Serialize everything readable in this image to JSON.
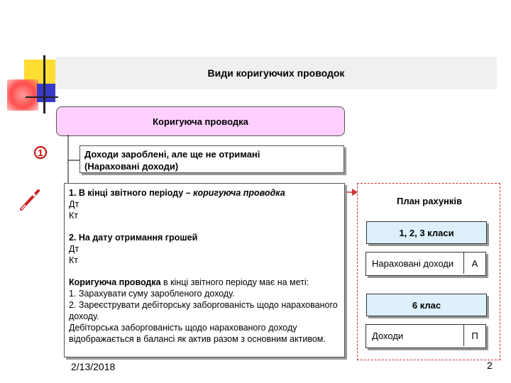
{
  "title": "Види коригуючих проводок",
  "header_box": "Коригуюча проводка",
  "circle_marker": "1",
  "income_box": {
    "line1": "Доходи зароблені, але ще не отримані",
    "line2": "(Нараховані доходи)"
  },
  "main_box": {
    "item1_prefix": "1.   В кінці звітного періоду – ",
    "item1_italic": "коригуюча проводка",
    "dt1": "Дт",
    "kt1": "Кт",
    "item2": "2. На дату отримання грошей",
    "dt2": "Дт",
    "kt2": "Кт",
    "purpose_bold": "Коригуюча проводка",
    "purpose_rest": " в кінці звітного періоду має на меті:",
    "goal1": "1.    Зарахувати суму заробленого доходу.",
    "goal2": "2.    Зареєструвати дебіторську заборгованість щодо нарахованого доходу.",
    "note": "Дебіторська заборгованість щодо нарахованого доходу відображається в балансі як актив разом з основним активом."
  },
  "right_panel": {
    "plan_label": "План рахунків",
    "classes_123": "1, 2, 3 класи",
    "account1_name": "Нараховані доходи",
    "account1_badge": "А",
    "class_6": "6 клас",
    "account2_name": "Доходи",
    "account2_badge": "П"
  },
  "footer": {
    "date": "2/13/2018",
    "page": "2"
  },
  "colors": {
    "header_box_bg": "#ffd0ff",
    "class_box_bg": "#ddf0fc",
    "accent_red": "#cc0000"
  },
  "icons": [
    "circled-number-one-icon",
    "pen-icon"
  ]
}
